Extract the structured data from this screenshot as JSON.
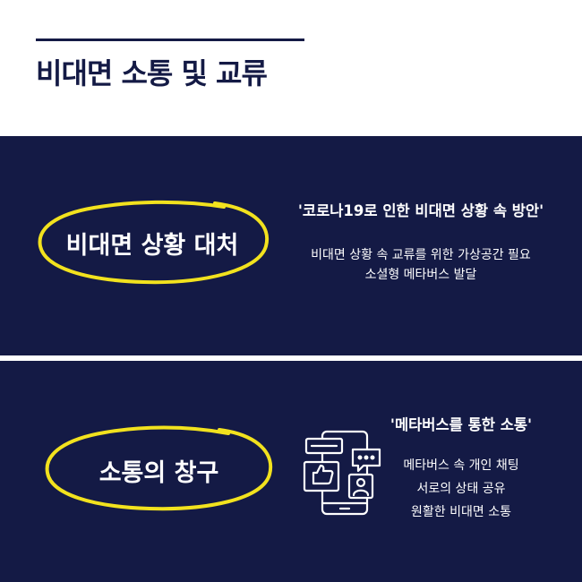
{
  "header": {
    "title": "비대면 소통 및 교류"
  },
  "section1": {
    "badge": "비대면 상황 대처",
    "quote": "'코로나19로 인한 비대면 상황 속 방안'",
    "lines": [
      "비대면 상황 속 교류를 위한 가상공간 필요",
      "소셜형 메타버스 발달"
    ]
  },
  "section2": {
    "badge": "소통의 창구",
    "quote": "'메타버스를 통한 소통'",
    "lines": [
      "메타버스 속 개인 채팅",
      "서로의 상태 공유",
      "원활한 비대면 소통"
    ],
    "icon": "phone-chat-icon"
  },
  "colors": {
    "navy": "#141a45",
    "yellow": "#f2e21e",
    "white": "#ffffff"
  }
}
